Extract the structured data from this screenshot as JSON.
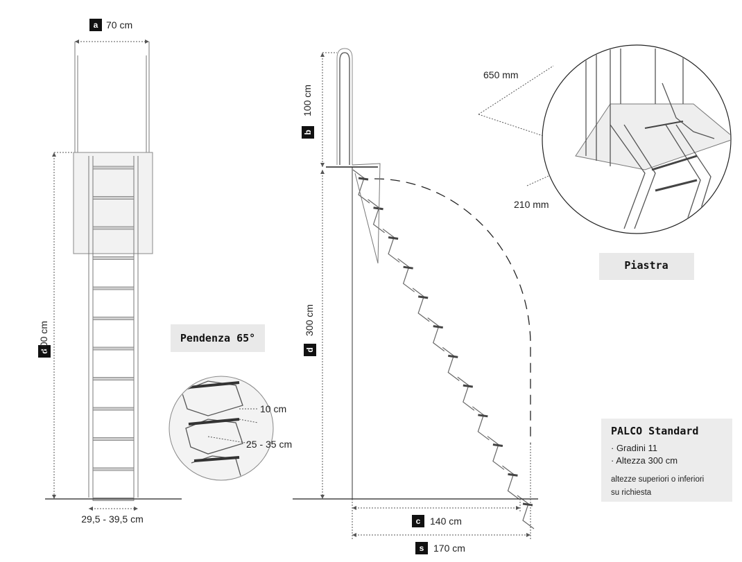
{
  "front_view": {
    "width_tag": "a",
    "width_value": "70 cm",
    "height_tag": "d",
    "height_value": "300 cm",
    "bottom_width": "29,5 - 39,5 cm"
  },
  "slope_box": {
    "title": "Pendenza 65°"
  },
  "step_detail": {
    "rise": "10 cm",
    "depth": "25 - 35 cm"
  },
  "side_view": {
    "handrail_tag": "b",
    "handrail_value": "100 cm",
    "height_tag": "d",
    "height_value": "300 cm",
    "depth_tag": "c",
    "depth_value": "140 cm",
    "space_tag": "s",
    "space_value": "170 cm"
  },
  "plate_detail": {
    "dim_1": "650 mm",
    "dim_2": "210 mm",
    "title": "Piastra"
  },
  "info_box": {
    "title": "PALCO Standard",
    "line_1": "· Gradini 11",
    "line_2": "· Altezza 300 cm",
    "note_1": "altezze superiori o inferiori",
    "note_2": "su richiesta"
  }
}
